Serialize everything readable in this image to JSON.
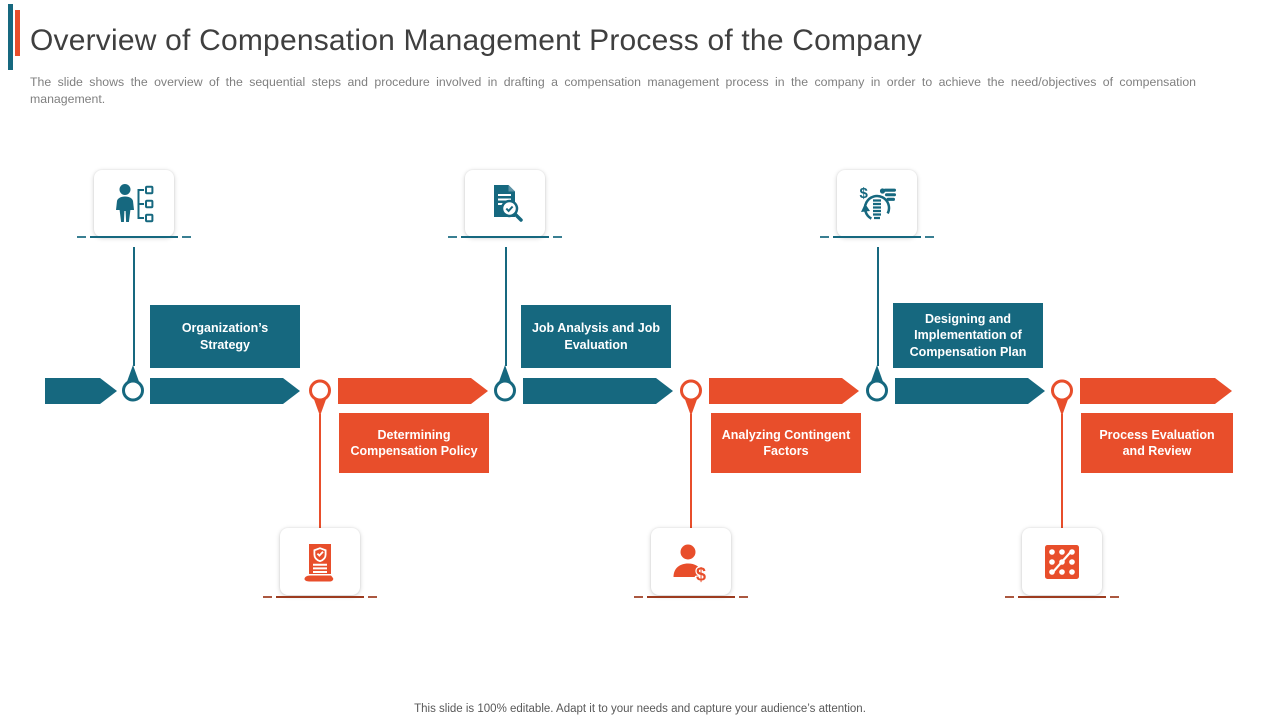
{
  "slide": {
    "title": "Overview of Compensation Management Process of the Company",
    "subtitle": "The slide shows the overview  of the sequential steps and procedure involved  in drafting  a compensation management  process in the company  in order  to achieve  the need/objectives  of compensation management.",
    "footer": "This slide is 100% editable. Adapt it to your needs and capture your audience’s attention."
  },
  "palette": {
    "teal": "#16687F",
    "orange": "#E84E2B",
    "underline_brick": "#9C3B1F"
  },
  "icons": {
    "dollar_glyph": "$"
  },
  "steps": [
    {
      "label": "Organization’s Strategy",
      "tone": "teal",
      "placement": "above",
      "icon": "person-org-chart-icon"
    },
    {
      "label": "Determining Compensation Policy",
      "tone": "orange",
      "placement": "below",
      "icon": "policy-scroll-icon"
    },
    {
      "label": "Job Analysis  and Job Evaluation",
      "tone": "teal",
      "placement": "above",
      "icon": "document-search-icon"
    },
    {
      "label": "Analyzing Contingent Factors",
      "tone": "orange",
      "placement": "below",
      "icon": "person-dollar-icon"
    },
    {
      "label": "Designing and Implementation of Compensation Plan",
      "tone": "teal",
      "placement": "above",
      "icon": "money-circulation-hand-icon"
    },
    {
      "label": "Process Evaluation and Review",
      "tone": "orange",
      "placement": "below",
      "icon": "dot-grid-chart-icon"
    }
  ]
}
